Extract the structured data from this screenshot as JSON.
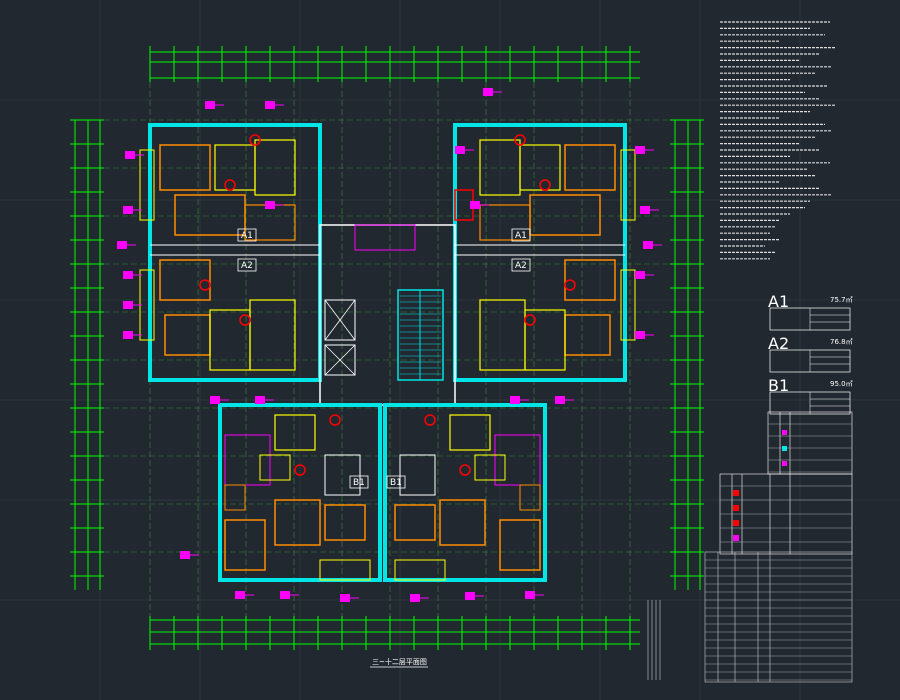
{
  "drawing": {
    "plan_caption": "三~十二层平面图",
    "unit_labels": [
      "A1",
      "A2",
      "B1"
    ],
    "legend": [
      {
        "type": "A1",
        "area": "75.7㎡"
      },
      {
        "type": "A2",
        "area": "76.8㎡"
      },
      {
        "type": "B1",
        "area": "95.0㎡"
      }
    ]
  },
  "colors": {
    "background": "#212830",
    "wall": "#00e5e5",
    "grid": "#00ff00",
    "furniture": "#ff8c00",
    "tag": "#ff00ff",
    "stroke_yellow": "#ffff00",
    "note_text": "#ffffff"
  }
}
